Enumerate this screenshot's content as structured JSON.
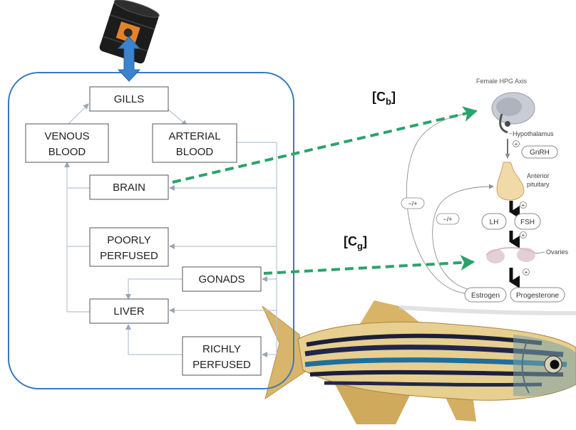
{
  "pbpk": {
    "nodes": {
      "gills": "GILLS",
      "venous": [
        "VENOUS",
        "BLOOD"
      ],
      "arterial": [
        "ARTERIAL",
        "BLOOD"
      ],
      "brain": "BRAIN",
      "poorly": [
        "POORLY",
        "PERFUSED"
      ],
      "gonads": "GONADS",
      "liver": "LIVER",
      "richly": [
        "RICHLY",
        "PERFUSED"
      ]
    }
  },
  "concentrations": {
    "brain": {
      "label": "[C",
      "sub": "b",
      "close": "]"
    },
    "gonad": {
      "label": "[C",
      "sub": "g",
      "close": "]"
    }
  },
  "hpg": {
    "title": "Female HPG Axis",
    "hypothalamus": "Hypothalamus",
    "gnrh": "GnRH",
    "anterior": [
      "Anterior",
      "pituitary"
    ],
    "lh": "LH",
    "fsh": "FSH",
    "ovaries": "Ovaries",
    "estrogen": "Estrogen",
    "progesterone": "Progesterone",
    "plus": "+",
    "feedback": "−/+"
  },
  "colors": {
    "box_border": "#3a78c4",
    "exchange_arrow": "#3c83cf",
    "dash_arrow": "#2aa36a",
    "barrel": "#1c1c1c",
    "hazard_label": "#e2832a"
  }
}
